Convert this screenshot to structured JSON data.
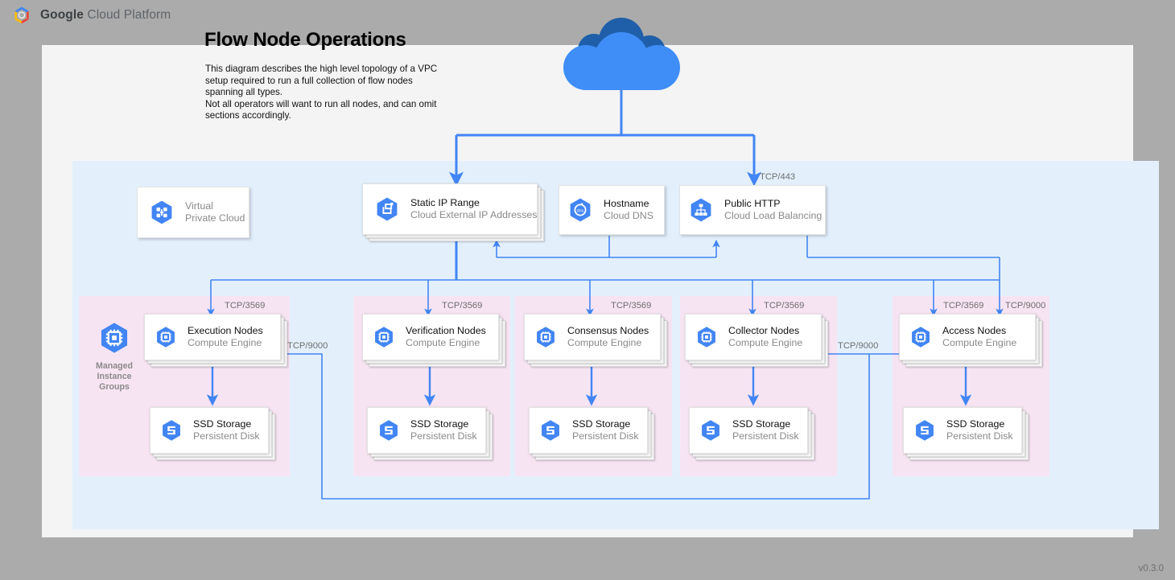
{
  "header": {
    "logo_icon": "google-cloud-platform-logo",
    "brand_bold": "Google",
    "brand_rest": " Cloud Platform"
  },
  "document": {
    "title": "Flow Node Operations",
    "description": "This diagram describes the high level topology of a VPC setup required to run a full collection of flow nodes spanning all types.\nNot all operators will want to run all nodes, and can omit sections accordingly.",
    "version": "v0.3.0"
  },
  "colors": {
    "page_background": "#ababab",
    "sheet": "#f4f4f4",
    "vpc_panel": "#e3f0fc",
    "node_group": "#f7e4f3",
    "edge": "#4285f4",
    "icon_blue": "#4285f4",
    "icon_blue_dark": "#3367d6",
    "cloud_light": "#3f8df7",
    "cloud_dark": "#1f5fa9",
    "label_grey": "#6f6f6f",
    "subtitle_grey": "#8a8a8a"
  },
  "internet": {
    "icon": "cloud-icon",
    "name": "Internet Cloud"
  },
  "network_nodes": [
    {
      "id": "vpc",
      "title": "Virtual",
      "subtitle": "Private Cloud",
      "icon": "virtual-private-cloud-icon",
      "stacked": false
    },
    {
      "id": "static-ip",
      "title": "Static IP Range",
      "subtitle": "Cloud External IP Addresses",
      "icon": "external-ip-icon",
      "stacked": true
    },
    {
      "id": "hostname",
      "title": "Hostname",
      "subtitle": "Cloud DNS",
      "icon": "cloud-dns-icon",
      "stacked": false
    },
    {
      "id": "public-http",
      "title": "Public HTTP",
      "subtitle": "Cloud Load Balancing",
      "icon": "load-balancing-icon",
      "stacked": false
    }
  ],
  "managed_instance_groups": {
    "icon": "compute-engine-icon",
    "label": "Managed\nInstance\nGroups",
    "label_line1": "Managed",
    "label_line2": "Instance",
    "label_line3": "Groups"
  },
  "node_groups": [
    {
      "id": "execution",
      "node": {
        "title": "Execution Nodes",
        "subtitle": "Compute Engine",
        "icon": "compute-engine-icon"
      },
      "storage": {
        "title": "SSD Storage",
        "subtitle": "Persistent Disk",
        "icon": "persistent-disk-icon"
      },
      "ingress_port": "TCP/3569"
    },
    {
      "id": "verification",
      "node": {
        "title": "Verification Nodes",
        "subtitle": "Compute Engine",
        "icon": "compute-engine-icon"
      },
      "storage": {
        "title": "SSD Storage",
        "subtitle": "Persistent Disk",
        "icon": "persistent-disk-icon"
      },
      "ingress_port": "TCP/3569"
    },
    {
      "id": "consensus",
      "node": {
        "title": "Consensus Nodes",
        "subtitle": "Compute Engine",
        "icon": "compute-engine-icon"
      },
      "storage": {
        "title": "SSD Storage",
        "subtitle": "Persistent Disk",
        "icon": "persistent-disk-icon"
      },
      "ingress_port": "TCP/3569"
    },
    {
      "id": "collector",
      "node": {
        "title": "Collector Nodes",
        "subtitle": "Compute Engine",
        "icon": "compute-engine-icon"
      },
      "storage": {
        "title": "SSD Storage",
        "subtitle": "Persistent Disk",
        "icon": "persistent-disk-icon"
      },
      "ingress_port": "TCP/3569"
    },
    {
      "id": "access",
      "node": {
        "title": "Access Nodes",
        "subtitle": "Compute Engine",
        "icon": "compute-engine-icon"
      },
      "storage": {
        "title": "SSD Storage",
        "subtitle": "Persistent Disk",
        "icon": "persistent-disk-icon"
      },
      "ingress_port": "TCP/3569",
      "ingress_port_2": "TCP/9000"
    }
  ],
  "edge_labels": {
    "lb_ingress": "TCP/443",
    "access_to_collector": "TCP/9000",
    "access_to_execution": "TCP/9000"
  }
}
